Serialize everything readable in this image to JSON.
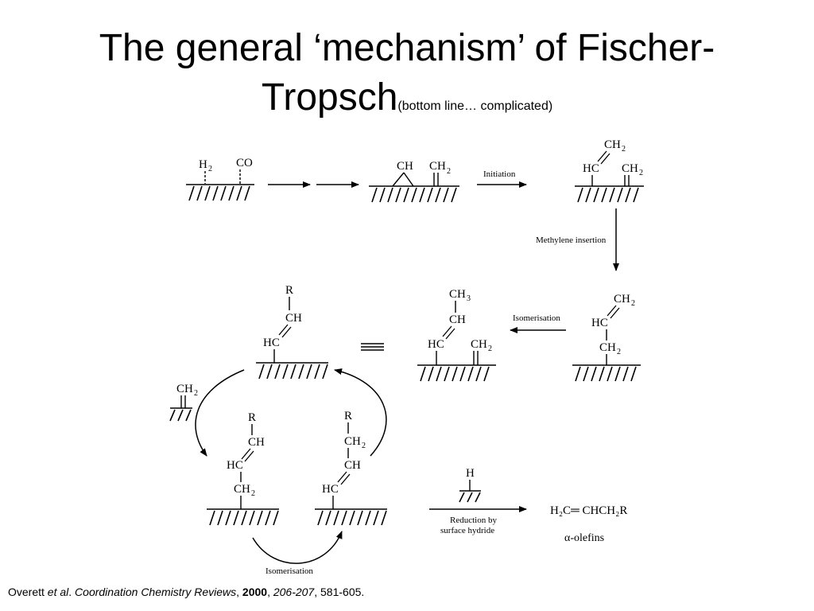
{
  "slide": {
    "title_line1": "The general ‘mechanism’ of Fischer-",
    "title_line2": "Tropsch",
    "title_note": "(bottom line… complicated)"
  },
  "diagram": {
    "h2": "H",
    "h2_sub": "2",
    "co": "CO",
    "ch": "CH",
    "ch2": "CH",
    "ch3": "CH",
    "sub2": "2",
    "sub3": "3",
    "hc": "HC",
    "r": "R",
    "h": "H",
    "initiation": "Initiation",
    "methylene_insertion": "Methylene insertion",
    "isomerisation": "Isomerisation",
    "reduction_line1": "Reduction by",
    "reduction_line2": "surface hydride",
    "olefin_formula": "H₂C═ CHCH₂R",
    "olefins_label": "α-olefins"
  },
  "citation": {
    "authors": "Overett ",
    "etal": "et al",
    "period": ". ",
    "journal": "Coordination Chemistry Reviews",
    "comma1": ", ",
    "year": "2000",
    "comma2": ", ",
    "volume": "206-207",
    "pages": ", 581-605."
  }
}
